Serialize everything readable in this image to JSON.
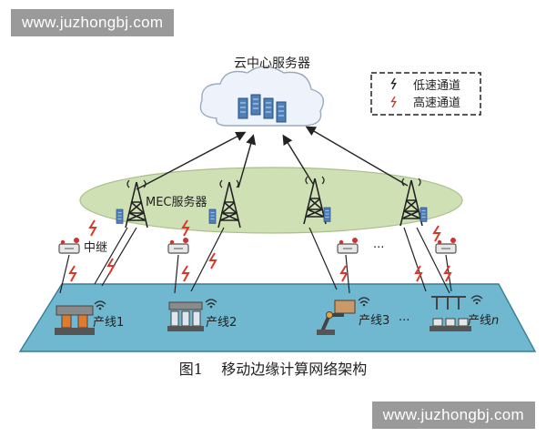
{
  "watermark": {
    "text": "www.juzhongbj.com"
  },
  "cloud": {
    "label": "云中心服务器"
  },
  "legend": {
    "low_speed": "低速通道",
    "high_speed": "高速通道"
  },
  "mec": {
    "label": "MEC服务器"
  },
  "relay": {
    "label": "中继"
  },
  "dots": "···",
  "lines": [
    {
      "name": "产线",
      "num": "1"
    },
    {
      "name": "产线",
      "num": "2"
    },
    {
      "name": "产线",
      "num": "3"
    },
    {
      "name": "产线",
      "num": "n"
    }
  ],
  "caption": {
    "fig": "图1",
    "title": "移动边缘计算网络架构"
  },
  "colors": {
    "ellipse": "#cfe0b4",
    "platform": "#6fb8cf",
    "link": "#222222",
    "bolt": "#d23b2b"
  }
}
